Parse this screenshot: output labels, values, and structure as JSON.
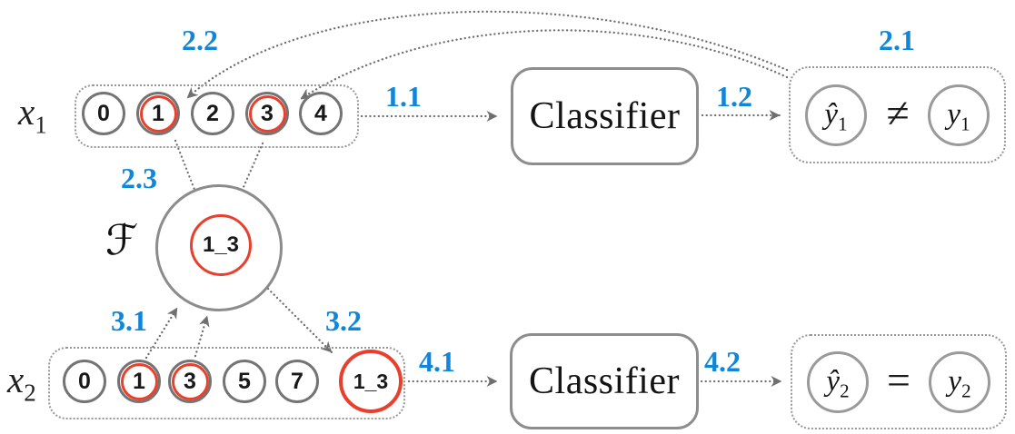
{
  "figure": {
    "colors": {
      "accent_blue": "#1186d9",
      "highlight_red": "#e8402d",
      "shape_gray": "#8c8c8c"
    },
    "x1_row": {
      "label_base": "x",
      "label_sub": "1",
      "items": [
        "0",
        "1",
        "2",
        "3",
        "4"
      ]
    },
    "x2_row": {
      "label_base": "x",
      "label_sub": "2",
      "items": [
        "0",
        "1",
        "3",
        "5",
        "7",
        "1_3"
      ]
    },
    "feature_store": {
      "label": "ℱ",
      "feature": "1_3"
    },
    "classifier_top": {
      "label": "Classifier"
    },
    "classifier_bottom": {
      "label": "Classifier"
    },
    "result_top": {
      "pred_base": "ŷ",
      "pred_sub": "1",
      "relation": "≠",
      "truth_base": "y",
      "truth_sub": "1"
    },
    "result_bottom": {
      "pred_base": "ŷ",
      "pred_sub": "2",
      "relation": "=",
      "truth_base": "y",
      "truth_sub": "2"
    },
    "steps": {
      "s1_1": "1.1",
      "s1_2": "1.2",
      "s2_1": "2.1",
      "s2_2": "2.2",
      "s2_3": "2.3",
      "s3_1": "3.1",
      "s3_2": "3.2",
      "s4_1": "4.1",
      "s4_2": "4.2"
    }
  }
}
